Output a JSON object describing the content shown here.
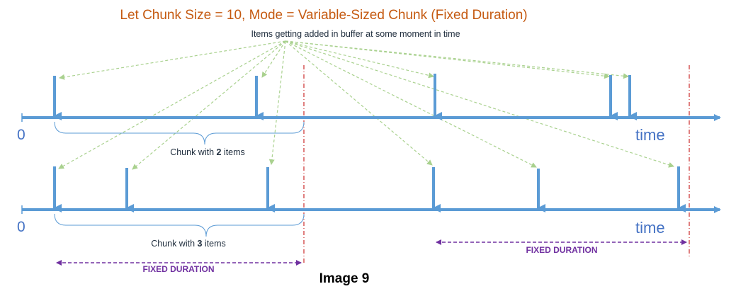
{
  "title": "Let Chunk Size = 10, Mode = Variable-Sized Chunk (Fixed Duration)",
  "subtitle": "Items getting added in buffer at some moment in time",
  "caption": "Image 9",
  "colors": {
    "title": "#c55a11",
    "axis": "#5b9bd5",
    "axis_label": "#4472c4",
    "dashed_arrow": "#a9d18e",
    "boundary": "#c00000",
    "duration": "#7030a0",
    "text": "#1f2d3d",
    "caption": "#000000"
  },
  "timelines": [
    {
      "origin_label": "0",
      "axis_label": "time",
      "items": [
        {
          "id": "item-1"
        },
        {
          "id": "item-2"
        },
        {
          "id": "item-3"
        },
        {
          "id": "item-4"
        },
        {
          "id": "item-5"
        }
      ],
      "chunk": {
        "prefix": "Chunk with ",
        "count": "2",
        "suffix": " items"
      }
    },
    {
      "origin_label": "0",
      "axis_label": "time",
      "items": [
        {
          "id": "item-1"
        },
        {
          "id": "item-2"
        },
        {
          "id": "item-3"
        },
        {
          "id": "item-4"
        },
        {
          "id": "item-5"
        },
        {
          "id": "item-6"
        }
      ],
      "chunk": {
        "prefix": "Chunk with ",
        "count": "3",
        "suffix": " items"
      }
    }
  ],
  "duration_markers": [
    {
      "label": "FIXED DURATION"
    },
    {
      "label": "FIXED DURATION"
    }
  ]
}
